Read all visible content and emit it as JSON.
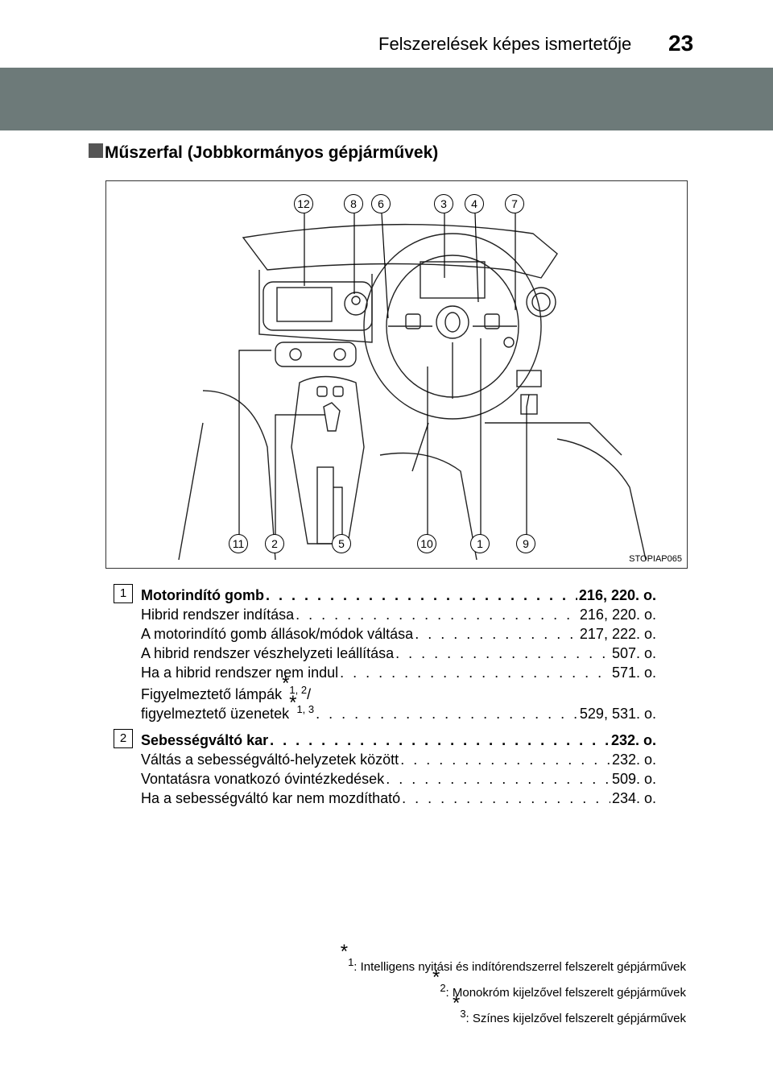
{
  "header": {
    "title": "Felszerelések képes ismertetője",
    "page_number": "23"
  },
  "section": {
    "title": "Műszerfal (Jobbkormányos gépjárművek)"
  },
  "figure": {
    "code": "STOPIAP065",
    "callouts_top": [
      "12",
      "8",
      "6",
      "3",
      "4",
      "7"
    ],
    "callouts_bottom": [
      "11",
      "2",
      "5",
      "10",
      "1",
      "9"
    ]
  },
  "entries": [
    {
      "number": "1",
      "title": "Motorindító gomb",
      "title_pages": "216, 220. o.",
      "lines": [
        {
          "text": "Hibrid rendszer indítása",
          "pages": "216, 220. o."
        },
        {
          "text": "A motorindító gomb állások/módok váltása",
          "pages": "217, 222. o."
        },
        {
          "text": "A hibrid rendszer vészhelyzeti leállítása",
          "pages": "507. o."
        },
        {
          "text": "Ha a hibrid rendszer nem indul",
          "pages": "571. o."
        }
      ],
      "extra_line1_text": "Figyelmeztető lámpák",
      "extra_line1_sup": "1, 2",
      "extra_line1_suffix": "/",
      "extra_line2_text": "figyelmeztető üzenetek",
      "extra_line2_sup": "1, 3",
      "extra_line2_pages": "529, 531. o."
    },
    {
      "number": "2",
      "title": "Sebességváltó kar",
      "title_pages": "232. o.",
      "lines": [
        {
          "text": "Váltás a sebességváltó-helyzetek között",
          "pages": "232. o."
        },
        {
          "text": "Vontatásra vonatkozó óvintézkedések",
          "pages": "509. o."
        },
        {
          "text": "Ha a sebességváltó kar nem mozdítható",
          "pages": "234. o."
        }
      ]
    }
  ],
  "footnotes": [
    {
      "mark": "1",
      "text": ": Intelligens nyitási és indítórendszerrel felszerelt gépjárművek"
    },
    {
      "mark": "2",
      "text": ": Monokróm kijelzővel felszerelt gépjárművek"
    },
    {
      "mark": "3",
      "text": ": Színes kijelzővel felszerelt gépjárművek"
    }
  ]
}
